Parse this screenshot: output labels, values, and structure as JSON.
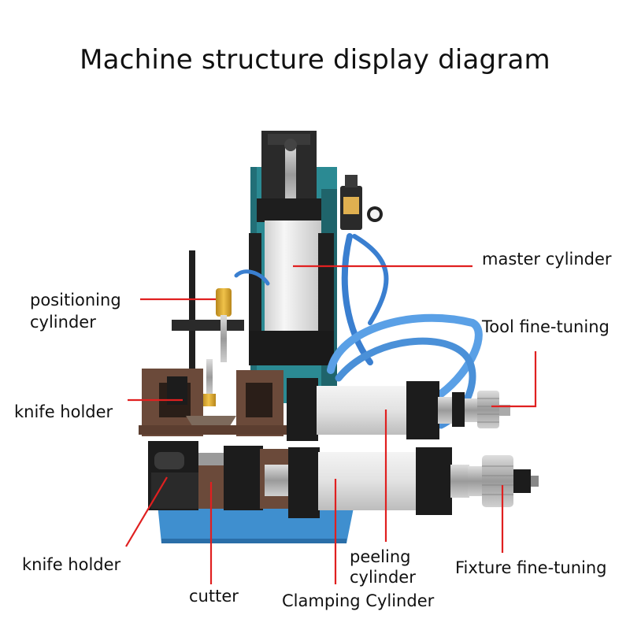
{
  "title": "Machine structure display diagram",
  "labels": {
    "master_cylinder": "master cylinder",
    "positioning_line1": "positioning",
    "positioning_line2": "cylinder",
    "tool_fine_tuning": "Tool fine-tuning",
    "knife_holder_upper": "knife holder",
    "knife_holder_lower": "knife holder",
    "cutter": "cutter",
    "peeling_line1": "peeling",
    "peeling_line2": "cylinder",
    "clamping_cylinder": "Clamping Cylinder",
    "fixture_fine_tuning": "Fixture fine-tuning"
  },
  "colors": {
    "leader_line": "#e02020",
    "base_teal": "#2b8a93",
    "base_blue": "#3f8fcf",
    "cylinder_white": "#ececec",
    "metal_black": "#1c1c1c",
    "holder_bronze": "#6b4a3a",
    "hose_blue": "#3a7fd0",
    "brass": "#d8a52a",
    "steel": "#b8b8b8"
  }
}
